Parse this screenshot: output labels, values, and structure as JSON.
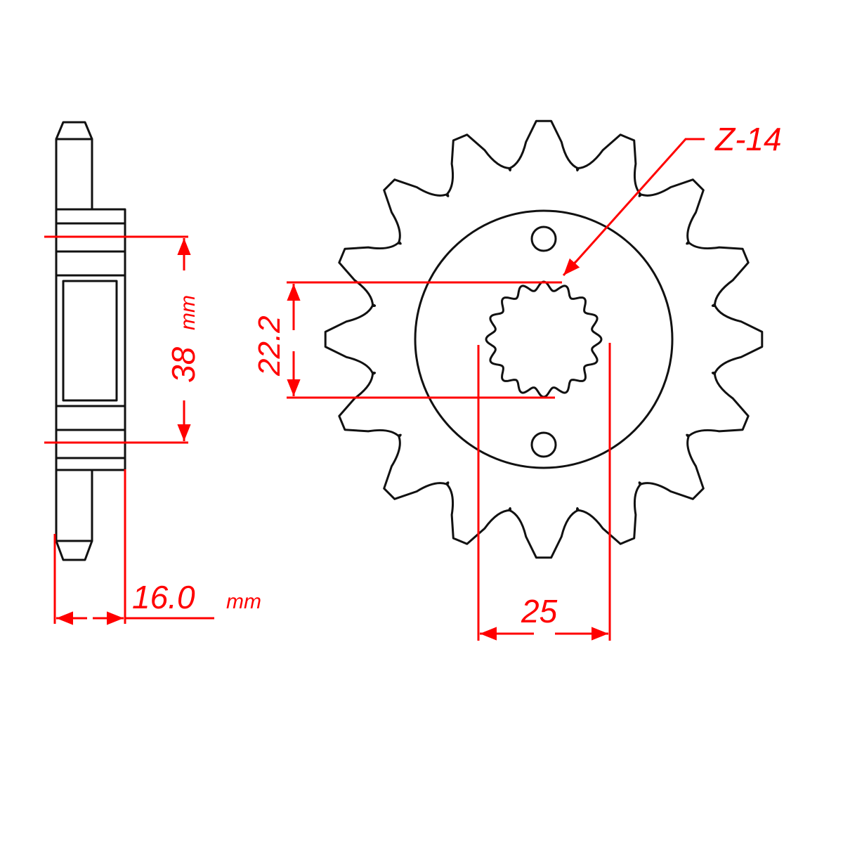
{
  "diagram": {
    "title": "Front sprocket technical drawing",
    "colors": {
      "outline": "#111111",
      "dimension": "#ff0000",
      "background": "#ffffff"
    },
    "side_view": {
      "thickness_label": "16.0",
      "thickness_unit": "mm",
      "bolt_circle_label": "38",
      "bolt_circle_unit": "mm"
    },
    "front_view": {
      "teeth_label": "Z-14",
      "spline_diameter_label": "22.2",
      "spline_width_label": "25",
      "drawn_tooth_count": 16,
      "bolt_holes": 2
    }
  }
}
